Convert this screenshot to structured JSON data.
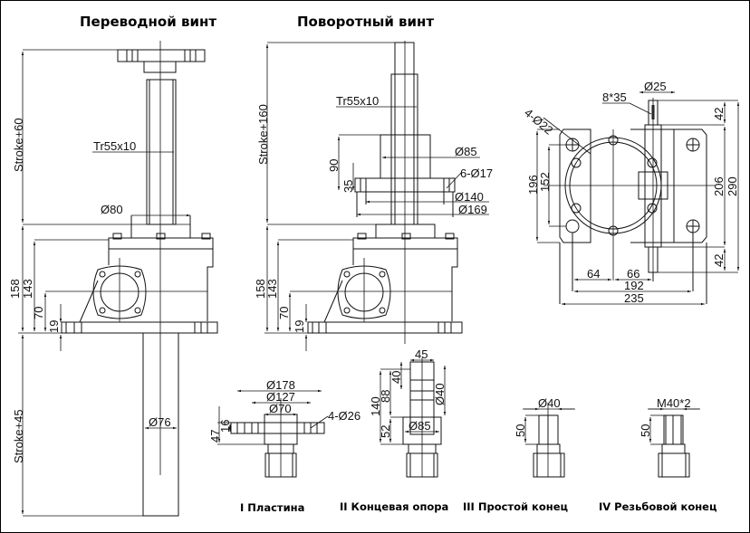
{
  "titles": {
    "translating_screw": "Переводной винт",
    "rotating_screw": "Поворотный винт"
  },
  "captions": {
    "plate": "I Пластина",
    "end_support": "II Концевая опора",
    "plain_end": "III Простой конец",
    "threaded_end": "IV Резьбовой конец"
  },
  "translating_view": {
    "stroke_top": "Stroke+60",
    "thread": "Tr55x10",
    "cover_dia": "Ø80",
    "height_158": "158",
    "height_143": "143",
    "height_70": "70",
    "height_19": "19",
    "stroke_bottom": "Stroke+45",
    "tube_dia": "Ø76"
  },
  "rotating_view": {
    "stroke": "Stroke+160",
    "thread": "Tr55x10",
    "nut_dia": "Ø85",
    "nut_height": "90",
    "flange_height": "35",
    "holes": "6-Ø17",
    "pcd": "Ø140",
    "flange_dia": "Ø169",
    "height_158": "158",
    "height_143": "143",
    "height_70": "70",
    "height_19": "19"
  },
  "top_view": {
    "shaft_dia": "Ø25",
    "key": "8*35",
    "mount_holes": "4-Ø22",
    "h196": "196",
    "h152": "152",
    "h206": "206",
    "h290": "290",
    "h42_top": "42",
    "h42_bottom": "42",
    "w64": "64",
    "w66": "66",
    "w192": "192",
    "w235": "235"
  },
  "plate_detail": {
    "d178": "Ø178",
    "d127": "Ø127",
    "d70": "Ø70",
    "holes": "4-Ø26",
    "h47": "47",
    "h16": "16"
  },
  "end_support_detail": {
    "w45": "45",
    "h40": "40",
    "d40": "Ø40",
    "h88": "88",
    "h140": "140",
    "h52": "52",
    "d85": "Ø85"
  },
  "plain_end_detail": {
    "d40": "Ø40",
    "h50": "50"
  },
  "threaded_end_detail": {
    "thread": "M40*2",
    "h50": "50"
  }
}
